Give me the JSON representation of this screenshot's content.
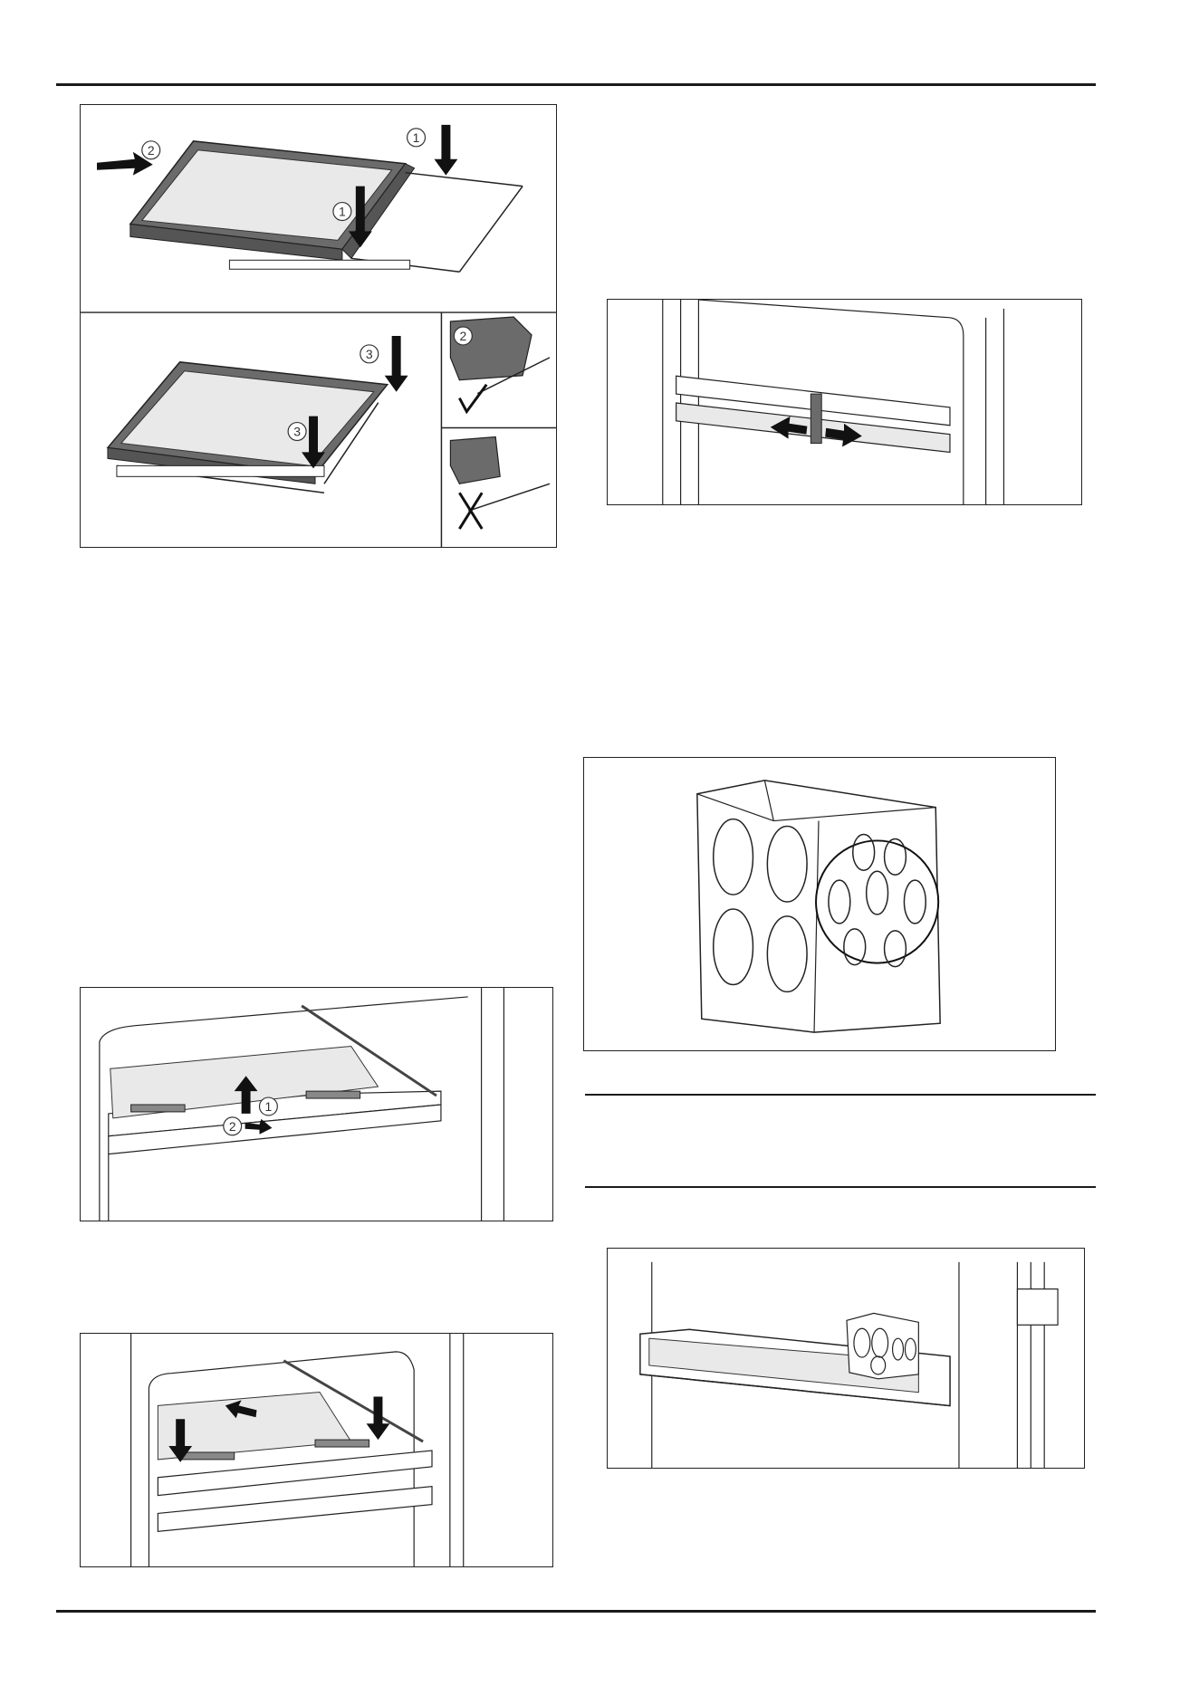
{
  "figures": {
    "shelf_assembly": {
      "callouts": [
        "1",
        "2",
        "1",
        "3",
        "3",
        "2"
      ]
    },
    "shelf_remove": {
      "callouts": [
        "1",
        "2"
      ]
    },
    "shelf_insert": {
      "callouts": []
    },
    "door_shelf_divider": {
      "callouts": []
    },
    "bottle_holder": {
      "callouts": []
    },
    "bottle_holder_in_door": {
      "callouts": []
    }
  },
  "colors": {
    "shelf_frame": "#6b6b6b",
    "glass": "#e9e9e9",
    "line": "#222222",
    "arrow": "#111111"
  }
}
